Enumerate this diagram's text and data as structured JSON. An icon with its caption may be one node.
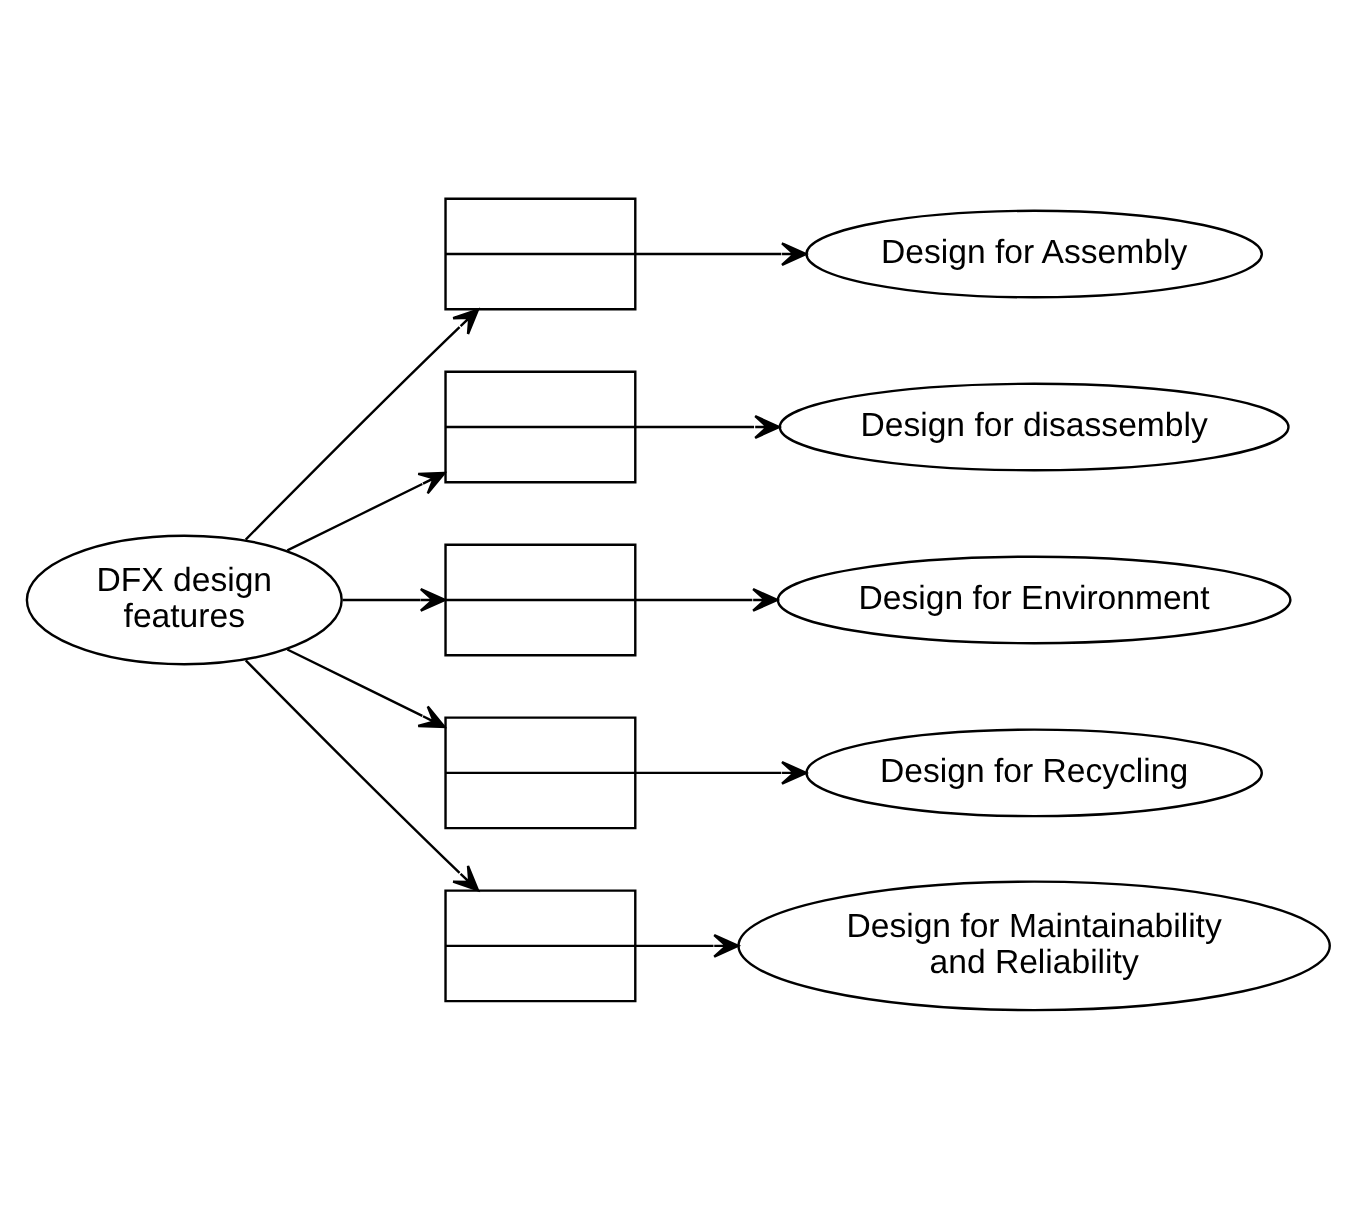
{
  "diagram": {
    "nodes": [
      {
        "text": [
          "DFX design features"
        ]
      },
      {
        "text": [],
        "shape": "box"
      },
      {
        "text": [
          "Design for Assembly"
        ]
      },
      {
        "text": [],
        "shape": "box"
      },
      {
        "text": [
          "Design for disassembly"
        ]
      },
      {
        "text": [],
        "shape": "box"
      },
      {
        "text": [
          "Design for Environment"
        ]
      },
      {
        "text": [],
        "shape": "box"
      },
      {
        "text": [
          "Design for Recycling"
        ]
      },
      {
        "text": [],
        "shape": "box"
      },
      {
        "text": [
          "Design for Maintainability and Reliability"
        ]
      }
    ],
    "edges": [
      {
        "from": 0,
        "to": 1,
        "arrow": "to"
      },
      {
        "from": 1,
        "to": 2,
        "arrow": "to"
      },
      {
        "from": 0,
        "to": 3,
        "arrow": "to"
      },
      {
        "from": 3,
        "to": 4,
        "arrow": "to"
      },
      {
        "from": 0,
        "to": 5,
        "arrow": "to"
      },
      {
        "from": 5,
        "to": 6,
        "arrow": "to"
      },
      {
        "from": 0,
        "to": 7,
        "arrow": "to"
      },
      {
        "from": 7,
        "to": 8,
        "arrow": "to"
      },
      {
        "from": 0,
        "to": 9,
        "arrow": "to"
      },
      {
        "from": 9,
        "to": 10,
        "arrow": "to"
      }
    ]
  }
}
